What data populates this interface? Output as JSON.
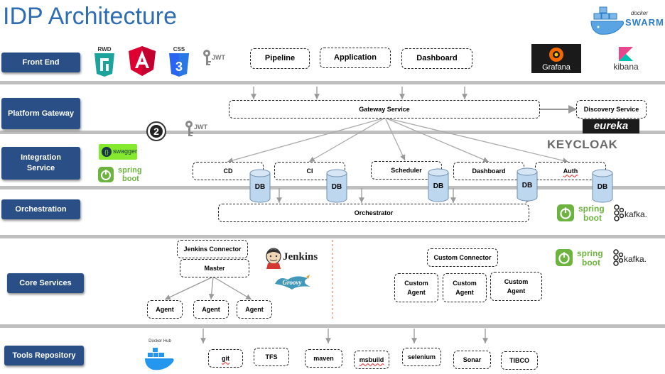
{
  "title": "IDP Architecture",
  "layers": {
    "front_end": "Front End",
    "platform_gateway": "Platform Gateway",
    "integration_service": "Integration Service",
    "orchestration": "Orchestration",
    "core_services": "Core Services",
    "tools_repository": "Tools Repository"
  },
  "front_end": {
    "pipeline": "Pipeline",
    "application": "Application",
    "dashboard": "Dashboard",
    "rwd_label": "RWD",
    "css_label": "CSS",
    "jwt_label": "JWT",
    "grafana_label": "Grafana",
    "kibana_label": "kibana",
    "docker_label": "docker",
    "swarm_label": "SWARM"
  },
  "gateway": {
    "gateway_service": "Gateway  Service",
    "discovery_service": "Discovery Service",
    "eureka_label": "eureka",
    "jwt_label": "JWT",
    "oauth_label": "2"
  },
  "integration": {
    "cd": "CD",
    "ci": "CI",
    "scheduler": "Scheduler",
    "dashboard": "Dashboard",
    "auth": "Auth",
    "db": "DB",
    "keycloak_label": "KEYCLOAK",
    "swagger_label": "swagger",
    "spring_label": "spring",
    "boot_label": "boot"
  },
  "orchestration": {
    "orchestrator": "Orchestrator",
    "spring_label": "spring",
    "boot_label": "boot",
    "kafka_label": "kafka."
  },
  "core": {
    "jenkins_connector": "Jenkins Connector",
    "master": "Master",
    "agent": "Agent",
    "jenkins_label": "Jenkins",
    "groovy_label": "Groovy",
    "custom_connector": "Custom Connector",
    "custom_agent_line1": "Custom",
    "custom_agent_line2": "Agent",
    "spring_label": "spring",
    "boot_label": "boot",
    "kafka_label": "kafka."
  },
  "tools": {
    "docker_hub_label": "Docker Hub",
    "git": "git",
    "tfs": "TFS",
    "maven": "maven",
    "msbuild": "msbuild",
    "selenium": "selenium",
    "sonar": "Sonar",
    "tibco": "TIBCO"
  },
  "colors": {
    "layer_box": "#2a4f86",
    "title": "#2f6db3",
    "divider": "#bfbfbf",
    "db_fill": "#bdd7ee",
    "spring_green": "#6db33f",
    "angular_red": "#dd0031",
    "css_blue": "#2965f1",
    "rwd_teal": "#1ba39c",
    "kibana_pink": "#e8488b"
  }
}
